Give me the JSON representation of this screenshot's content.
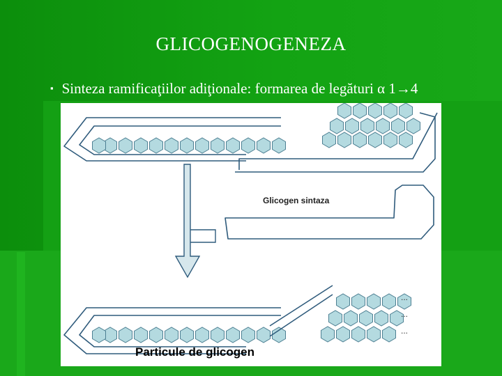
{
  "slide": {
    "title": "GLICOGENOGENEZA",
    "bullet_text": "Sinteza ramificaţiilor adiţionale: formarea de legături α 1→4",
    "bullet_icon": "square-bullet-icon"
  },
  "diagram": {
    "label_synthase": "Glicogen sintaza",
    "label_particles": "Particule de glicogen",
    "ellipsis": "...",
    "colors": {
      "hexagon_fill": "#b4dae0",
      "hexagon_stroke": "#4d7f92",
      "outline": "#2f5b7c",
      "arrow_fill": "#d6e7ec"
    }
  }
}
